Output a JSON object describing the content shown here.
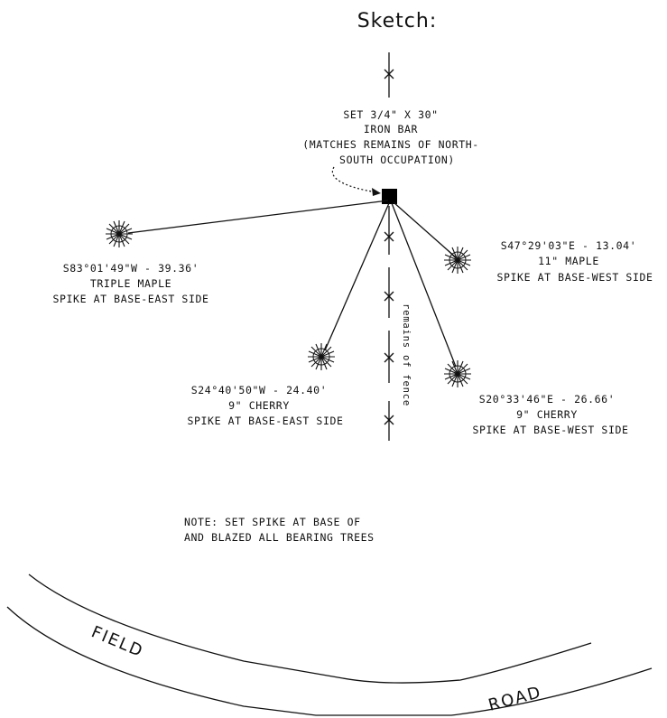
{
  "title": "Sketch:",
  "monument": {
    "lines": [
      "SET 3/4\" X 30\"",
      "IRON BAR",
      "(MATCHES REMAINS OF NORTH-",
      "SOUTH OCCUPATION)"
    ]
  },
  "bearing_trees": [
    {
      "id": "triple-maple",
      "lines": [
        "S83°01'49\"W - 39.36'",
        "TRIPLE MAPLE",
        "SPIKE AT BASE-EAST SIDE"
      ]
    },
    {
      "id": "maple-11",
      "lines": [
        "S47°29'03\"E - 13.04'",
        "11\" MAPLE",
        "SPIKE AT BASE-WEST SIDE"
      ]
    },
    {
      "id": "cherry-sw",
      "lines": [
        "S24°40'50\"W - 24.40'",
        "9\" CHERRY",
        "SPIKE AT BASE-EAST SIDE"
      ]
    },
    {
      "id": "cherry-se",
      "lines": [
        "S20°33'46\"E - 26.66'",
        "9\" CHERRY",
        "SPIKE AT BASE-WEST SIDE"
      ]
    }
  ],
  "fence_label": "remains of fence",
  "note": [
    "NOTE: SET SPIKE AT BASE OF",
    "AND BLAZED ALL BEARING TREES"
  ],
  "road": {
    "word1": "FIELD",
    "word2": "ROAD"
  }
}
